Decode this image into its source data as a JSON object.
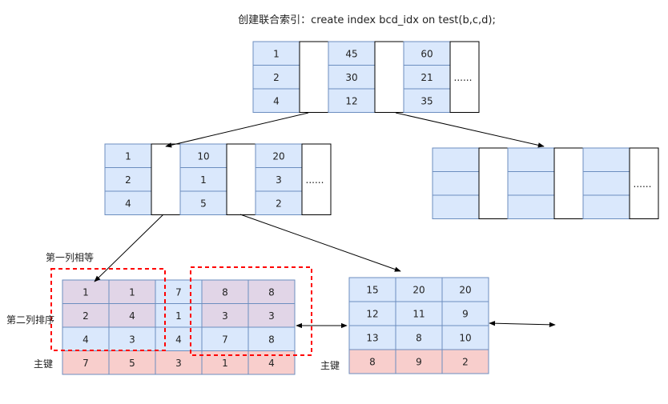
{
  "title": "创建联合索引：create index bcd_idx on test(b,c,d);",
  "ellipsis": "......",
  "colors": {
    "blue": "#dae8fc",
    "purple": "#e1d5e7",
    "red": "#f8cecc",
    "border": "#6c8ebf",
    "dash": "#ff0000"
  },
  "root": {
    "cols": [
      [
        "1",
        "2",
        "4"
      ],
      [
        "45",
        "30",
        "12"
      ],
      [
        "60",
        "21",
        "35"
      ]
    ]
  },
  "mid_left": {
    "cols": [
      [
        "1",
        "2",
        "4"
      ],
      [
        "10",
        "1",
        "5"
      ],
      [
        "20",
        "3",
        "2"
      ]
    ]
  },
  "mid_right": {
    "cols": [
      [
        "",
        "",
        ""
      ],
      [
        "",
        "",
        ""
      ],
      [
        "",
        "",
        ""
      ]
    ]
  },
  "leaf_left": {
    "rows": [
      [
        "1",
        "1",
        "7",
        "8",
        "8"
      ],
      [
        "2",
        "4",
        "1",
        "3",
        "3"
      ],
      [
        "4",
        "3",
        "4",
        "7",
        "8"
      ],
      [
        "7",
        "5",
        "3",
        "1",
        "4"
      ]
    ]
  },
  "leaf_right": {
    "rows": [
      [
        "15",
        "20",
        "20"
      ],
      [
        "12",
        "11",
        "9"
      ],
      [
        "13",
        "8",
        "10"
      ],
      [
        "8",
        "9",
        "2"
      ]
    ]
  },
  "labels": {
    "first_col_equal": "第一列相等",
    "second_col_sorted": "第二列排序",
    "pk_left": "主键",
    "pk_right": "主键"
  }
}
